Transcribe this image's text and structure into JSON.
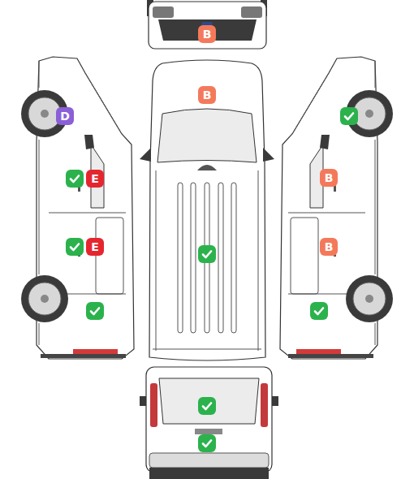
{
  "diagram": {
    "nodes": [
      {
        "text": [
          "B"
        ]
      },
      {
        "text": [
          "B"
        ]
      },
      {
        "text": [
          "D"
        ]
      },
      {
        "text": [
          "E"
        ]
      },
      {
        "text": [
          "B"
        ]
      },
      {
        "text": [
          "E"
        ]
      },
      {
        "text": [
          "B"
        ]
      }
    ]
  }
}
